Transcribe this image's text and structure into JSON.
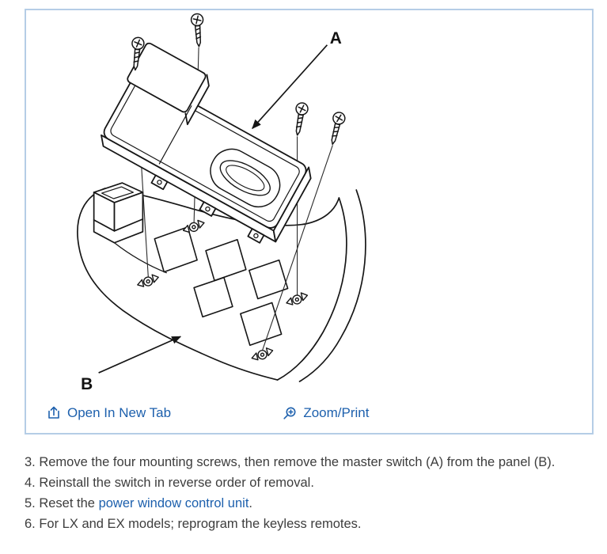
{
  "colors": {
    "link_blue": "#1d60ad",
    "border_blue": "#b5cde6",
    "text_gray": "#3d3d3d",
    "line_black": "#161616"
  },
  "diagram": {
    "label_a": "A",
    "label_b": "B"
  },
  "toolbar": {
    "open_in_new_tab": "Open In New Tab",
    "zoom_print": "Zoom/Print"
  },
  "instructions": {
    "step3": "3. Remove the four mounting screws, then remove the master switch (A) from the panel (B).",
    "step4": "4. Reinstall the switch in reverse order of removal.",
    "step5_prefix": "5. Reset the ",
    "step5_link": "power window control unit",
    "step5_suffix": ".",
    "step6": "6. For LX and EX models; reprogram the keyless remotes."
  }
}
